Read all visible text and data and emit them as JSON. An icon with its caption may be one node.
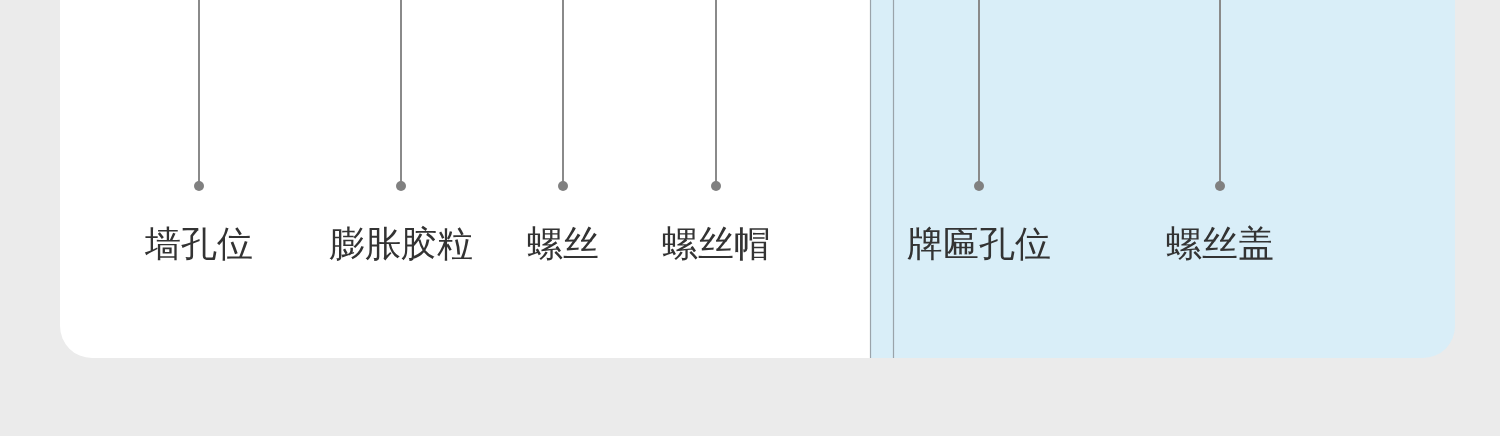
{
  "diagram": {
    "nodes": [
      {
        "text": [
          "墙孔位"
        ]
      },
      {
        "text": [
          "膨胀胶粒"
        ]
      },
      {
        "text": [
          "螺丝"
        ]
      },
      {
        "text": [
          "螺丝帽"
        ]
      },
      {
        "text": [
          "牌匾孔位"
        ]
      },
      {
        "text": [
          "螺丝盖"
        ]
      }
    ],
    "edges": [
      {
        "from": 0,
        "to": null,
        "arrow": "other"
      },
      {
        "from": 1,
        "to": null,
        "arrow": "other"
      },
      {
        "from": 2,
        "to": null,
        "arrow": "other"
      },
      {
        "from": 3,
        "to": null,
        "arrow": "other"
      },
      {
        "from": 4,
        "to": null,
        "arrow": "other"
      },
      {
        "from": 5,
        "to": null,
        "arrow": "other"
      }
    ]
  }
}
